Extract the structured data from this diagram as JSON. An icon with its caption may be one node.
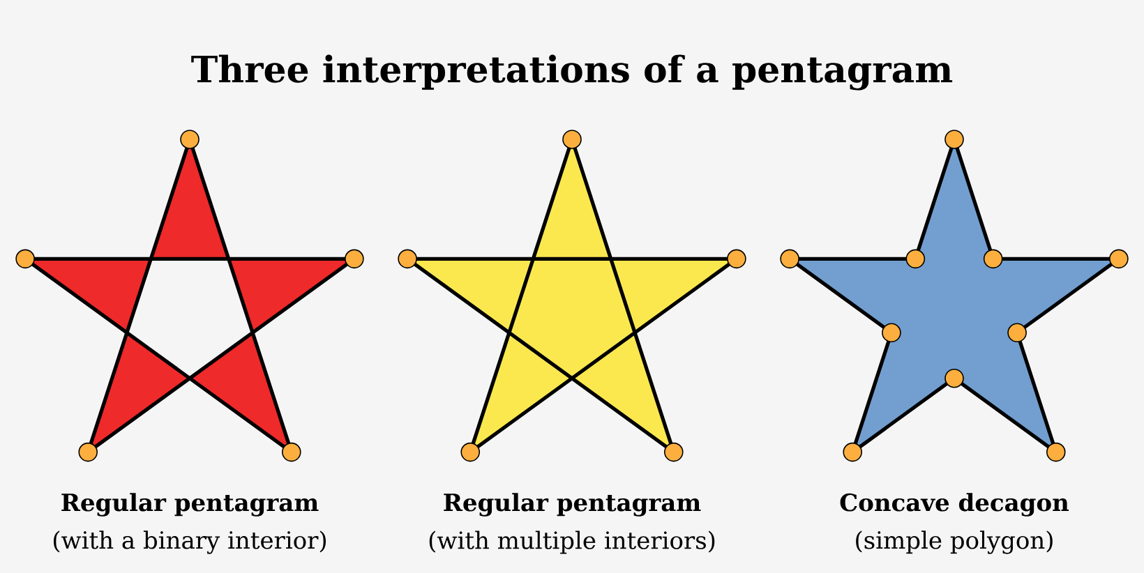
{
  "diagram": {
    "title": "Three interpretations of a pentagram",
    "labels": [
      "Regular pentagram",
      "Regular pentagram",
      "Concave decagon",
      "(with a binary interior)",
      "(with multiple interiors)",
      "(simple polygon)"
    ]
  }
}
